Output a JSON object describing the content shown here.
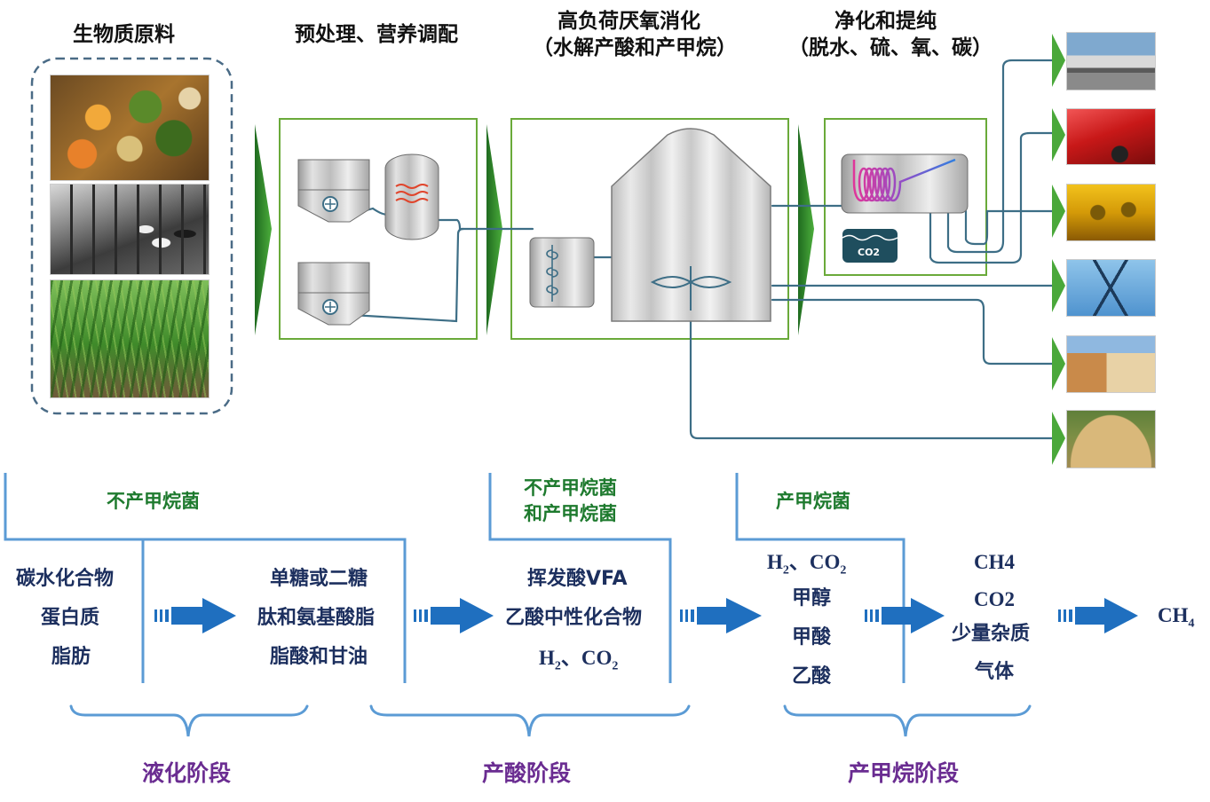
{
  "process": {
    "feedstock_title": "生物质原料",
    "pretreat_title": "预处理、营养调配",
    "digest_title_line1": "高负荷厌氧消化",
    "digest_title_line2": "（水解产酸和产甲烷）",
    "purify_title_line1": "净化和提纯",
    "purify_title_line2": "（脱水、硫、氧、碳）",
    "co2_tank_label": "CO2"
  },
  "feedstock_photos": [
    "food-waste-photo",
    "dairy-barn-photo",
    "energy-grass-photo"
  ],
  "output_photos": [
    "fuel-truck-photo",
    "car-refuel-photo",
    "gas-pipeline-photo",
    "power-tower-photo",
    "house-photo",
    "compost-pile-photo"
  ],
  "microbes": {
    "group1": "不产甲烷菌",
    "group2_line1": "不产甲烷菌",
    "group2_line2": "和产甲烷菌",
    "group3": "产甲烷菌"
  },
  "pathway": {
    "col1": [
      "碳水化合物",
      "蛋白质",
      "脂肪"
    ],
    "col2": [
      "单糖或二糖",
      "肽和氨基酸脂",
      "脂酸和甘油"
    ],
    "col3_a": "挥发酸VFA",
    "col3_b": "乙酸中性化合物",
    "col3_c": {
      "h": "H",
      "sub": "2",
      "sep": "、",
      "co": "CO",
      "sub2": "2"
    },
    "col4_a": {
      "h": "H",
      "sub": "2",
      "sep": "、",
      "co": "CO",
      "sub2": "2"
    },
    "col4_b": "甲醇",
    "col4_c": "甲酸",
    "col4_d": "乙酸",
    "col5": [
      "CH4",
      "CO2",
      "少量杂质",
      "气体"
    ],
    "col6": {
      "ch": "CH",
      "sub": "4"
    }
  },
  "phases": {
    "phase1": "液化阶段",
    "phase2": "产酸阶段",
    "phase3": "产甲烷阶段"
  },
  "colors": {
    "accent_green": "#2e8b2e",
    "box_green": "#6aaa3a",
    "pipe": "#3d6e86",
    "blue_line": "#5b9bd5",
    "arrow_blue": "#1f6fbf",
    "phase_purple": "#6a2c91"
  }
}
